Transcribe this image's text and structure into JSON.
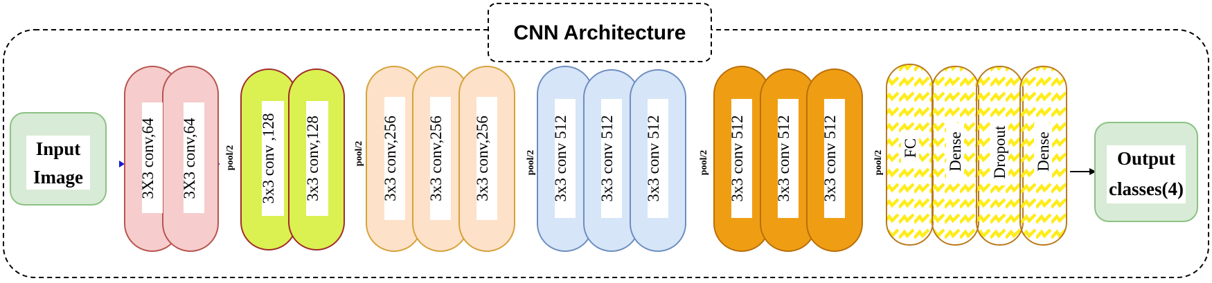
{
  "title": "CNN Architecture",
  "input": {
    "line1": "Input",
    "line2": "Image"
  },
  "output": {
    "line1": "Output",
    "line2": "classes(4)"
  },
  "colors": {
    "input_fill": "#d8ebd6",
    "input_stroke": "#8cc183",
    "block1_fill": "#f6cccc",
    "block1_stroke": "#b75450",
    "block2_fill": "#dbf051",
    "block2_stroke": "#a02b2b",
    "block3_fill": "#fde1c8",
    "block3_stroke": "#d6a23a",
    "block4_fill": "#d6e5f8",
    "block4_stroke": "#6d8ebf",
    "block5_fill": "#ef9e14",
    "block5_stroke": "#b96f0a",
    "dense_fill": "#ffffff",
    "dense_stroke": "#b97a1b",
    "dense_pattern": "#ffec1a"
  },
  "blocks": [
    {
      "id": "block1",
      "layers": [
        "3X3 conv,64",
        "3X3 conv,64"
      ],
      "pool": "pool/2"
    },
    {
      "id": "block2",
      "layers": [
        "3x3 conv ,128",
        "3x3 conv,128"
      ],
      "pool": "pool/2"
    },
    {
      "id": "block3",
      "layers": [
        "3x3 conv,256",
        "3x3 conv,256",
        "3x3 conv,256"
      ],
      "pool": "pool/2"
    },
    {
      "id": "block4",
      "layers": [
        "3x3 conv 512",
        "3x3 conv 512",
        "3x3 conv 512"
      ],
      "pool": "pool/2"
    },
    {
      "id": "block5",
      "layers": [
        "3x3 conv 512",
        "3x3 conv 512",
        "3x3 conv 512"
      ],
      "pool": "pool/2"
    }
  ],
  "dense_layers": [
    "FC",
    "Dense",
    "Dropout",
    "Dense"
  ]
}
